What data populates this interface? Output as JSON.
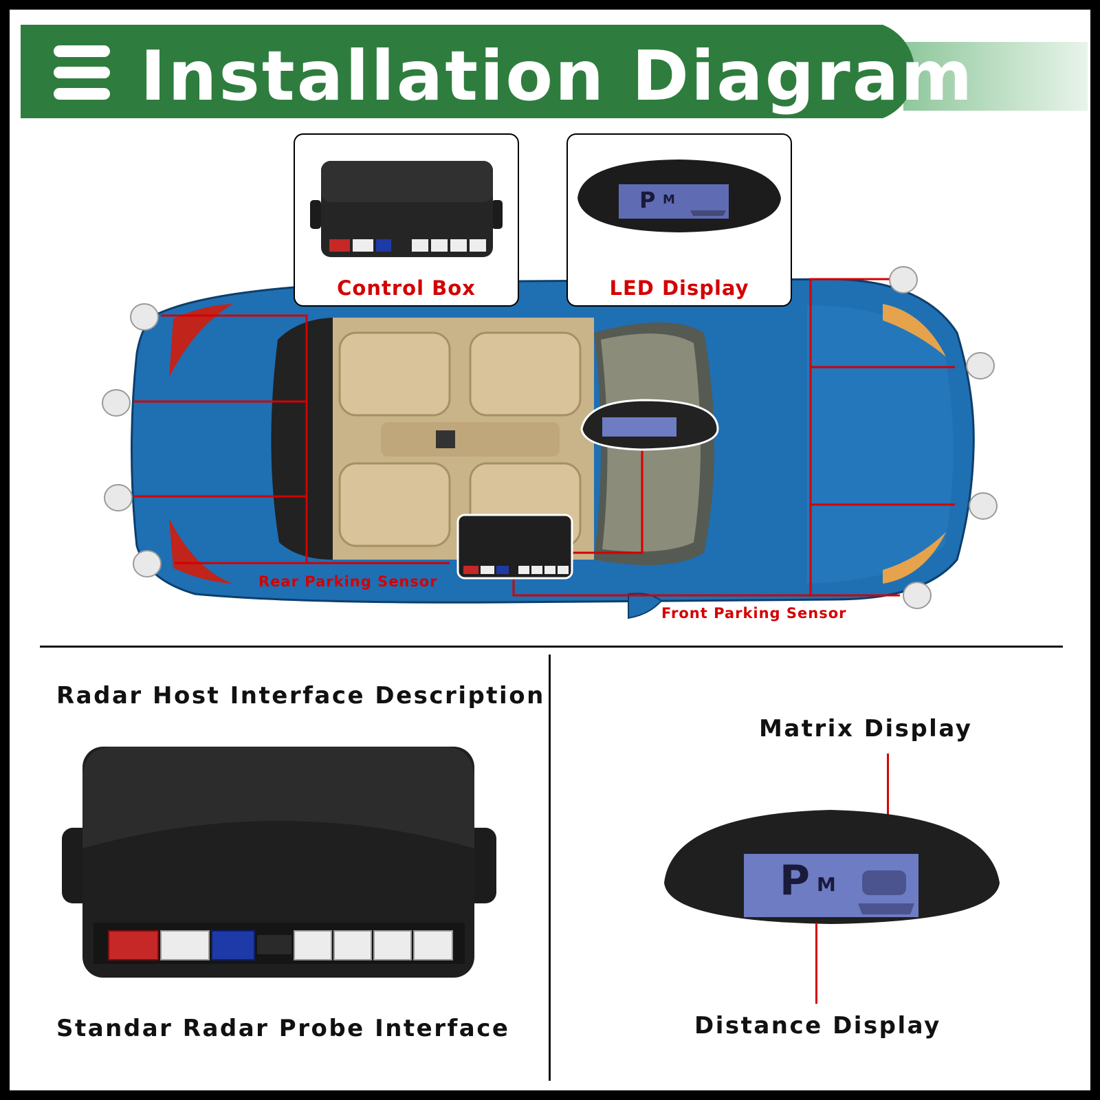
{
  "header": {
    "title": "Installation Diagram",
    "icon": "menu-icon",
    "color": "#2e7d3e"
  },
  "callouts": {
    "control_box": "Control Box",
    "led_display": "LED Display",
    "display_readout": "P",
    "display_unit": "M"
  },
  "car": {
    "body_color": "#1f6fb3",
    "rear_sensor_label": "Rear Parking Sensor",
    "front_sensor_label": "Front Parking Sensor"
  },
  "bottom_left": {
    "title": "Radar Host Interface Description",
    "caption": "Standar Radar Probe Interface"
  },
  "bottom_right": {
    "top_label": "Matrix Display",
    "bottom_label": "Distance Display"
  },
  "colors": {
    "label_red": "#d40000",
    "connector_red": "#c62828",
    "connector_blue": "#1e3aa8",
    "lcd": "#6e7cc4"
  }
}
